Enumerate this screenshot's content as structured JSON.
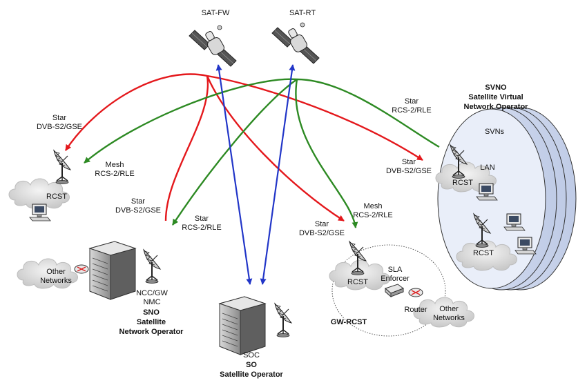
{
  "satellites": {
    "fw": "SAT-FW",
    "rt": "SAT-RT"
  },
  "links": {
    "left_star": [
      "Star",
      "DVB-S2/GSE"
    ],
    "left_mesh": [
      "Mesh",
      "RCS-2/RLE"
    ],
    "center_star_dvb": [
      "Star",
      "DVB-S2/GSE"
    ],
    "center_star_rcs": [
      "Star",
      "RCS-2/RLE"
    ],
    "right_star_rcs": [
      "Star",
      "RCS-2/RLE"
    ],
    "right_star_dvb": [
      "Star",
      "DVB-S2/GSE"
    ],
    "gw_mesh": [
      "Mesh",
      "RCS-2/RLE"
    ],
    "gw_star": [
      "Star",
      "DVB-S2/GSE"
    ]
  },
  "svno": {
    "title": [
      "SVNO",
      "Satellite Virtual",
      "Network Operator"
    ],
    "svns": "SVNs",
    "lan": "LAN",
    "rcst_top": "RCST",
    "rcst_bottom": "RCST"
  },
  "left_rcst": "RCST",
  "sno": {
    "ncc": [
      "NCC/GW",
      "NMC"
    ],
    "title": [
      "SNO",
      "Satellite",
      "Network Operator"
    ],
    "other_networks": [
      "Other",
      "Networks"
    ]
  },
  "so": {
    "soc": "SOC",
    "title": [
      "SO",
      "Satellite Operator"
    ]
  },
  "gw_rcst": {
    "rcst": "RCST",
    "sla": [
      "SLA",
      "Enforcer"
    ],
    "router": "Router",
    "other_networks": [
      "Other",
      "Networks"
    ],
    "title": "GW-RCST"
  },
  "colors": {
    "forward": "#e4181c",
    "return": "#2d8a23",
    "so_link": "#2236c8"
  }
}
